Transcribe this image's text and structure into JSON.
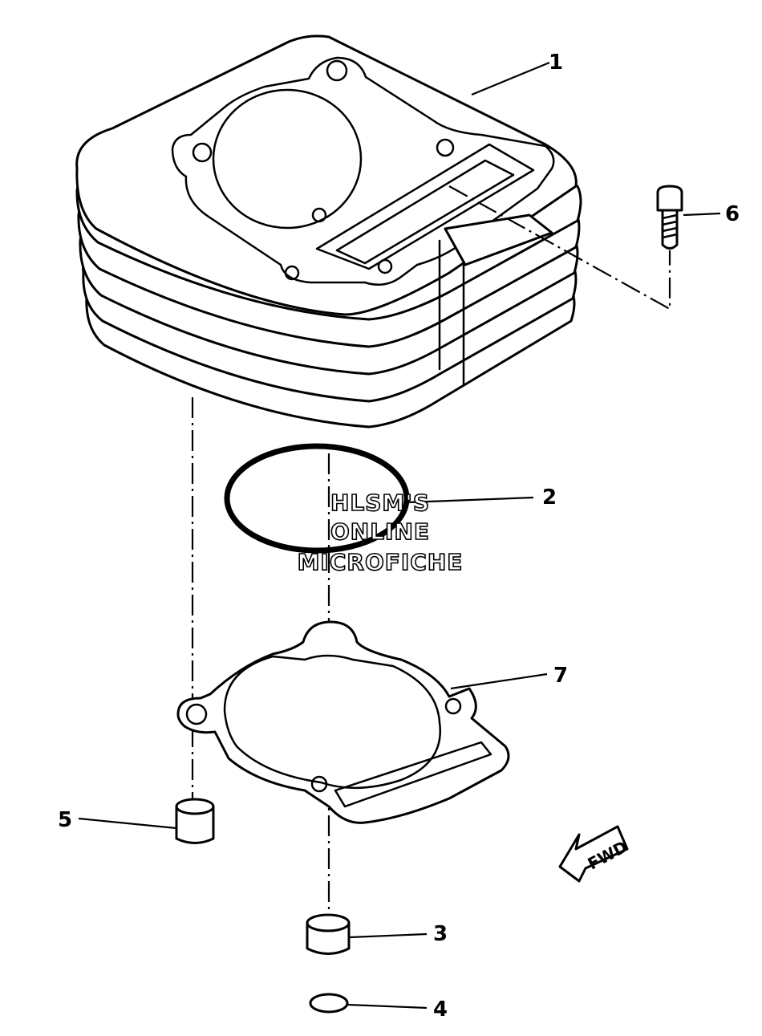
{
  "callouts": [
    "1",
    "2",
    "3",
    "4",
    "5",
    "6",
    "7"
  ],
  "watermark": [
    "HLSM'S",
    "ONLINE",
    "MICROFICHE"
  ],
  "direction_label": "FWD"
}
